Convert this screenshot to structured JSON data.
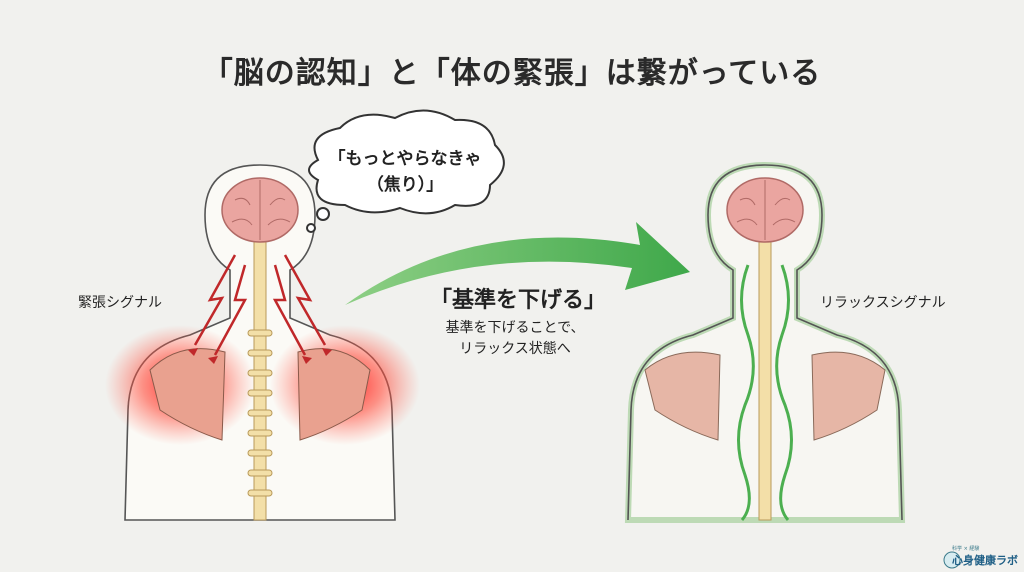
{
  "title": "「脳の認知」と「体の緊張」は繋がっている",
  "thought_bubble": {
    "line1": "「もっとやらなきゃ",
    "line2": "（焦り）」"
  },
  "left_figure": {
    "label": "緊張シグナル"
  },
  "right_figure": {
    "label": "リラックスシグナル"
  },
  "arrow": {
    "title": "「基準を下げる」",
    "desc_line1": "基準を下げることで、",
    "desc_line2": "リラックス状態へ"
  },
  "logo": {
    "tagline": "科学 × 経験",
    "name": "心身健康ラボ"
  },
  "colors": {
    "background": "#f1f1ee",
    "tension": "#e02020",
    "relax": "#4caf50",
    "brain": "#eaa5a0",
    "spine": "#f3dfa8"
  }
}
